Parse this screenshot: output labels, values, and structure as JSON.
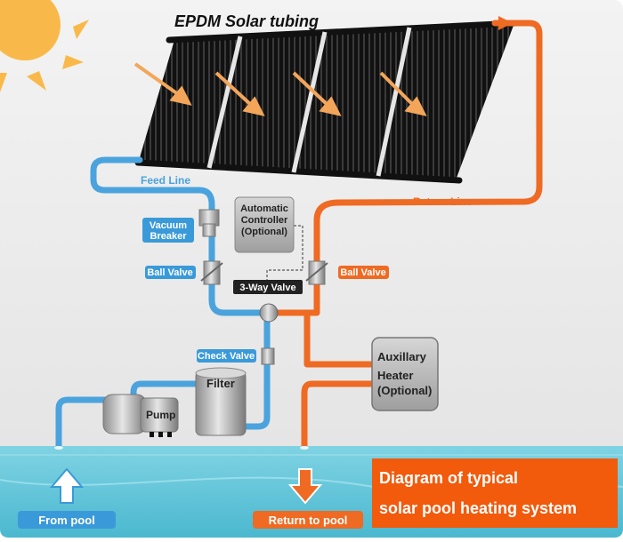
{
  "title_panel": "EPDM Solar tubing",
  "labels": {
    "feed_line": "Feed Line",
    "return_line": "Return Line",
    "vacuum_breaker_1": "Vacuum",
    "vacuum_breaker_2": "Breaker",
    "ball_valve_left": "Ball Valve",
    "ball_valve_right": "Ball Valve",
    "three_way_valve": "3-Way Valve",
    "check_valve": "Check Valve",
    "filter": "Filter",
    "pump": "Pump",
    "controller_1": "Automatic",
    "controller_2": "Controller",
    "controller_3": "(Optional)",
    "heater_1": "Auxillary",
    "heater_2": "Heater",
    "heater_3": "(Optional)",
    "from_pool": "From pool",
    "return_to_pool": "Return to pool"
  },
  "caption": {
    "line1": "Diagram of typical",
    "line2": "solar pool heating system"
  },
  "colors": {
    "feed": "#4aa3dd",
    "return": "#ef6a22",
    "water": "#5bc6da",
    "caption_bg": "#f25a0c",
    "sun": "#f9b94a"
  }
}
